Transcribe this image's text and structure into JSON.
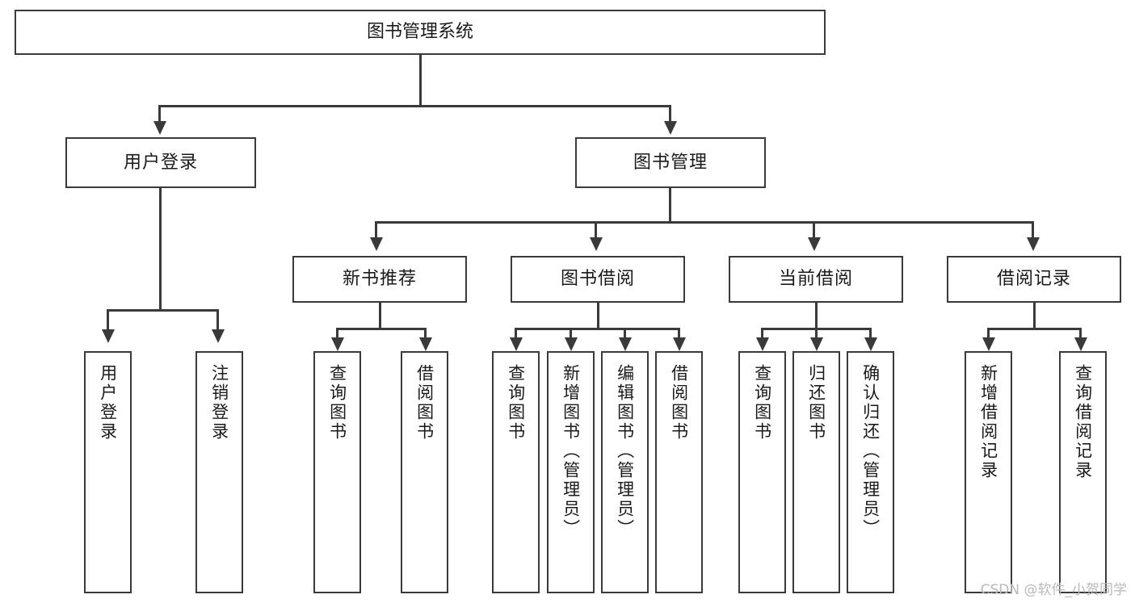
{
  "diagram": {
    "title": "图书管理系统",
    "type": "tree-hierarchy",
    "root": {
      "label": "图书管理系统"
    },
    "level1": [
      {
        "label": "用户登录"
      },
      {
        "label": "图书管理"
      }
    ],
    "level2": [
      {
        "label": "新书推荐"
      },
      {
        "label": "图书借阅"
      },
      {
        "label": "当前借阅"
      },
      {
        "label": "借阅记录"
      }
    ],
    "leaves": {
      "user_login": [
        {
          "label": "用户登录"
        },
        {
          "label": "注销登录"
        }
      ],
      "new_book_recommend": [
        {
          "label": "查询图书"
        },
        {
          "label": "借阅图书"
        }
      ],
      "book_borrow": [
        {
          "label": "查询图书"
        },
        {
          "label": "新增图书（管理员）"
        },
        {
          "label": "编辑图书（管理员）"
        },
        {
          "label": "借阅图书"
        }
      ],
      "current_borrow": [
        {
          "label": "查询图书"
        },
        {
          "label": "归还图书"
        },
        {
          "label": "确认归还（管理员）"
        }
      ],
      "borrow_record": [
        {
          "label": "新增借阅记录"
        },
        {
          "label": "查询借阅记录"
        }
      ]
    }
  },
  "watermark": {
    "text": "CSDN @软件_小贺同学"
  },
  "colors": {
    "stroke": "#3a3a3a",
    "background": "#ffffff",
    "text": "#1a1a1a",
    "watermark": "#b9b9b9"
  }
}
